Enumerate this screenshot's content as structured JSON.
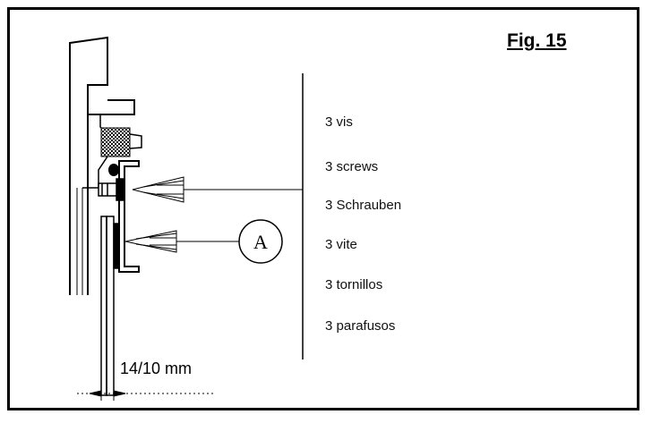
{
  "figure": {
    "title": "Fig. 15"
  },
  "callout": {
    "letter": "A"
  },
  "labels": [
    "3 vis",
    "3 screws",
    "3 Schrauben",
    "3 vite",
    "3 tornillos",
    "3 parafusos"
  ],
  "dimension": {
    "text": "14/10 mm"
  },
  "colors": {
    "line": "#000000",
    "background": "#ffffff"
  }
}
